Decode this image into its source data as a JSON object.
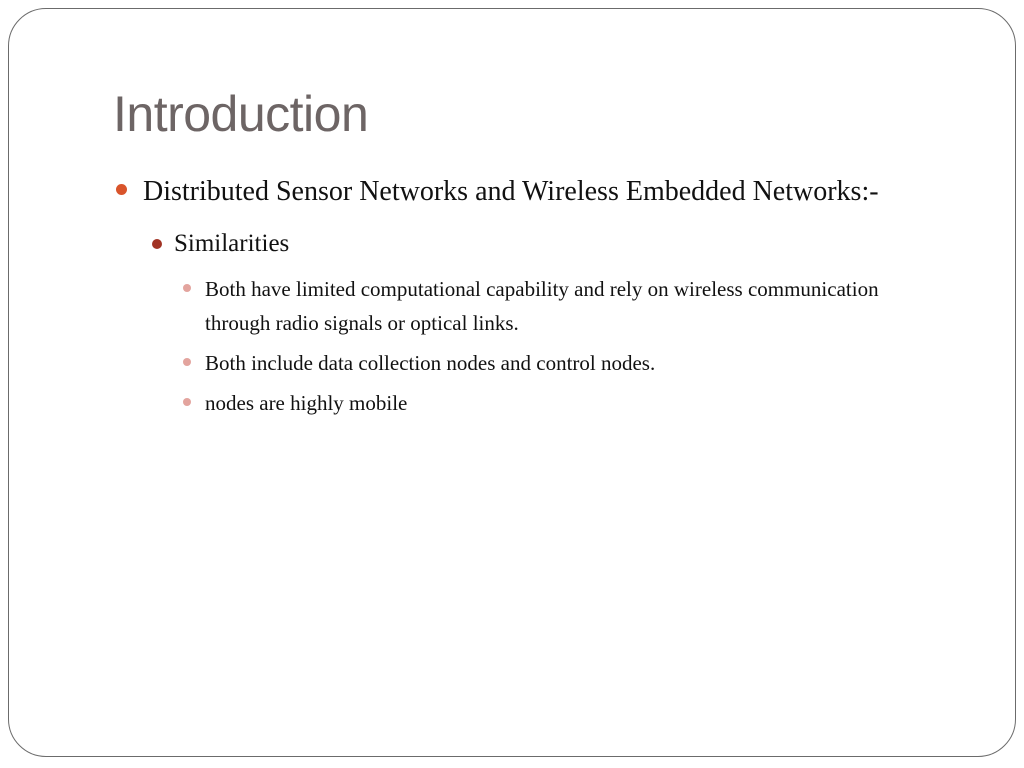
{
  "slide": {
    "title": "Introduction",
    "bullets": [
      {
        "text": "Distributed Sensor Networks and Wireless Embedded Networks:-",
        "children": [
          {
            "text": "Similarities",
            "children": [
              {
                "text": "Both have limited computational capability and rely on wireless communication through radio signals or optical links."
              },
              {
                "text": "Both include data collection nodes and control nodes."
              },
              {
                "text": "nodes are highly mobile"
              }
            ]
          }
        ]
      }
    ]
  },
  "colors": {
    "title": "#6d6565",
    "bullet_level1": "#d9542b",
    "bullet_level2": "#a13324",
    "bullet_level3": "#e3a49e",
    "frame_border": "#6b6b6b"
  }
}
